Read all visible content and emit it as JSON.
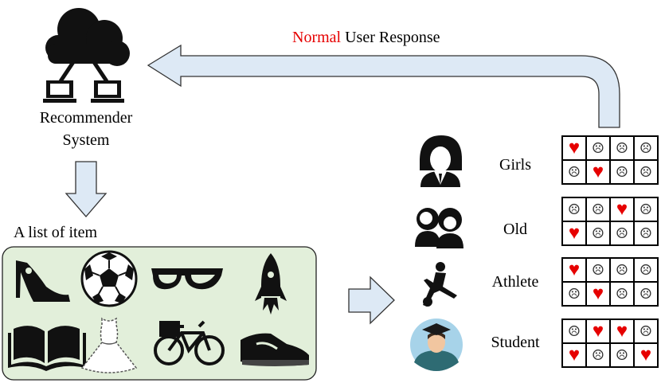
{
  "title": {
    "highlight": "Normal",
    "rest": " User Response",
    "highlight_color": "#e60000"
  },
  "recommender": {
    "line1": "Recommender",
    "line2": "System",
    "icon": "cloud-network-icon"
  },
  "item_list": {
    "label": "A list of item",
    "background": "#e2efda",
    "items": [
      "high-heel-icon",
      "soccer-ball-icon",
      "glasses-icon",
      "rocket-icon",
      "book-icon",
      "dress-icon",
      "bicycle-icon",
      "sneaker-icon"
    ]
  },
  "users": [
    {
      "name": "Girls",
      "icon": "girl-icon",
      "responses": [
        "heart",
        "sad",
        "sad",
        "sad",
        "sad",
        "heart",
        "sad",
        "sad"
      ]
    },
    {
      "name": "Old",
      "icon": "elderly-icon",
      "responses": [
        "sad",
        "sad",
        "heart",
        "sad",
        "heart",
        "sad",
        "sad",
        "sad"
      ]
    },
    {
      "name": "Athlete",
      "icon": "athlete-icon",
      "responses": [
        "heart",
        "sad",
        "sad",
        "sad",
        "sad",
        "heart",
        "sad",
        "sad"
      ]
    },
    {
      "name": "Student",
      "icon": "student-icon",
      "responses": [
        "sad",
        "heart",
        "heart",
        "sad",
        "heart",
        "sad",
        "sad",
        "heart"
      ]
    }
  ],
  "symbols": {
    "heart": "♥",
    "sad": "☹"
  },
  "colors": {
    "arrow_fill": "#dde9f5",
    "arrow_stroke": "#333333",
    "heart": "#e60000"
  }
}
